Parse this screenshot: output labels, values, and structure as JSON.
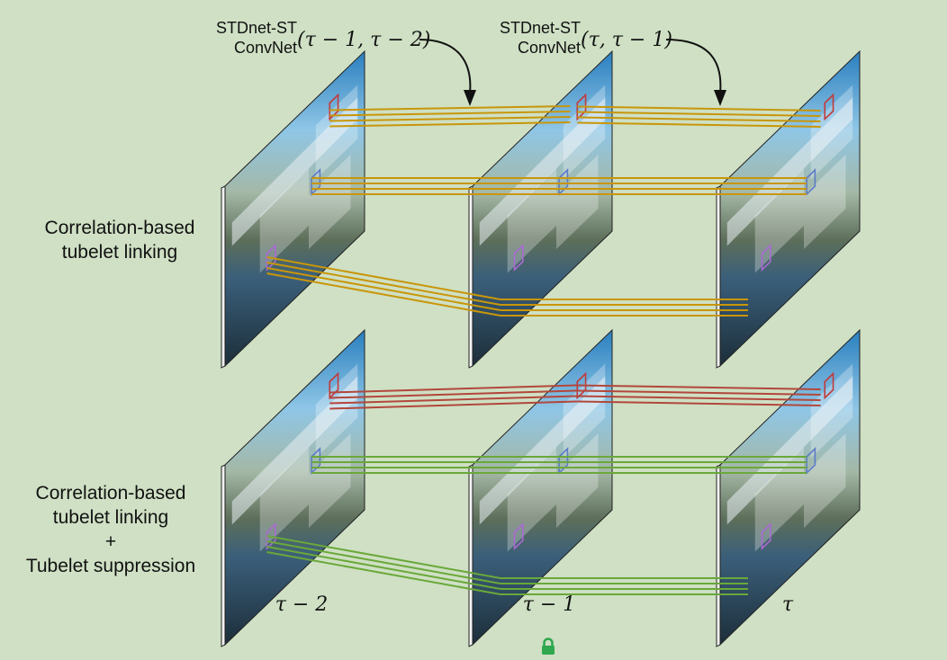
{
  "annotations": [
    {
      "line1": "STDnet-ST",
      "line2": "ConvNet",
      "math": "(τ − 1, τ − 2)"
    },
    {
      "line1": "STDnet-ST",
      "line2": "ConvNet",
      "math": "(τ, τ − 1)"
    }
  ],
  "rows": [
    {
      "label_lines": [
        "Correlation-based",
        "tubelet linking"
      ],
      "link_color": "#c8960a"
    },
    {
      "label_lines": [
        "Correlation-based",
        "tubelet linking",
        "+",
        "Tubelet suppression"
      ],
      "link_color": "#6aa83a",
      "suppressed_link_color": "#b2473b"
    }
  ],
  "frame_labels": [
    "τ − 2",
    "τ − 1",
    "τ"
  ],
  "box_colors": {
    "red": "#c23a3a",
    "blue": "#5c7cc8",
    "purple": "#a86ad2",
    "yellow": "#d8b43a"
  },
  "footer_icon": "lock-icon",
  "footer_icon_color": "#2fa84f"
}
